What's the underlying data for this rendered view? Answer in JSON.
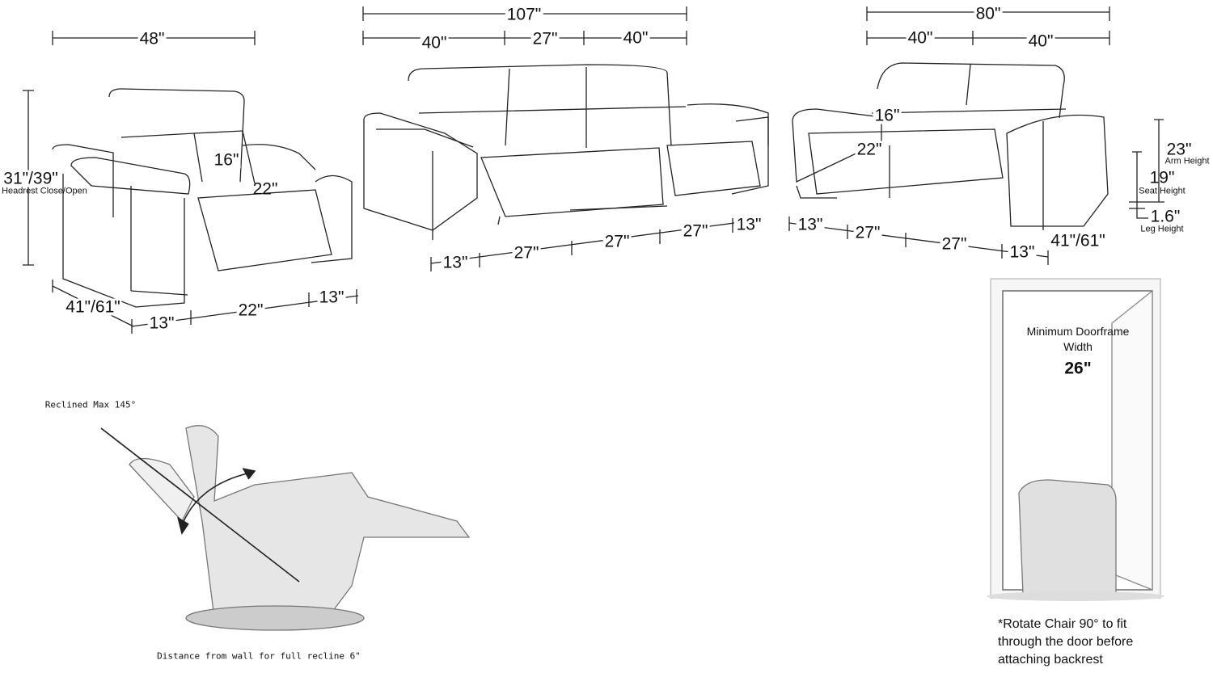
{
  "chair": {
    "width": "48\"",
    "height": "31\"/39\"",
    "height_caption": "Headrest Close/Open",
    "back": "16\"",
    "seat": "22\"",
    "depth": "41\"/61\"",
    "arm_left": "13\"",
    "seat_width": "22\"",
    "arm_right": "13\""
  },
  "sofa": {
    "total_width": "107\"",
    "section_left": "40\"",
    "section_middle": "27\"",
    "section_right": "40\"",
    "arm_left": "13\"",
    "seat1": "27\"",
    "seat2": "27\"",
    "seat3": "27\"",
    "arm_right": "13\""
  },
  "loveseat": {
    "total_width": "80\"",
    "section_left": "40\"",
    "section_right": "40\"",
    "back": "16\"",
    "seat": "22\"",
    "arm_left": "13\"",
    "seat1": "27\"",
    "seat2": "27\"",
    "arm_right": "13\"",
    "depth": "41\"/61\""
  },
  "heights": {
    "arm": "23\"",
    "arm_label": "Arm Height",
    "seat": "19\"",
    "seat_label": "Seat Height",
    "leg": "1.6\"",
    "leg_label": "Leg Height"
  },
  "recline": {
    "max_label": "Reclined Max 145°",
    "wall_label": "Distance from wall for full recline 6\""
  },
  "door": {
    "title_line1": "Minimum Doorframe",
    "title_line2": "Width",
    "value": "26\"",
    "note_line1": "*Rotate Chair 90° to fit",
    "note_line2": "through the door before",
    "note_line3": "attaching backrest"
  }
}
